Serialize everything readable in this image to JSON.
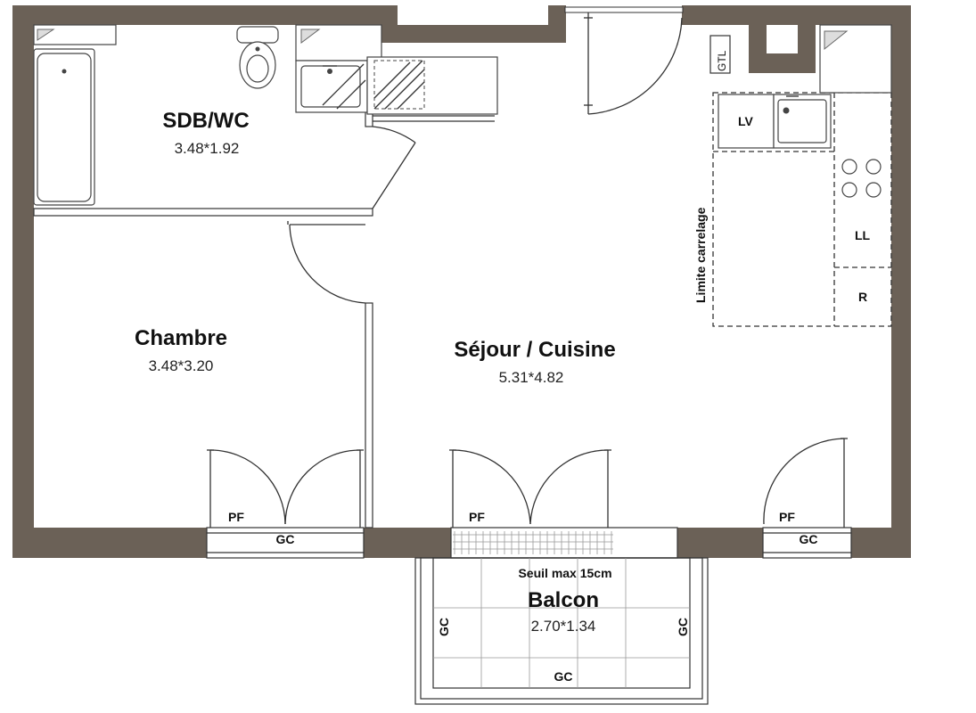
{
  "rooms": {
    "sdb": {
      "name": "SDB/WC",
      "dims": "3.48*1.92"
    },
    "chambre": {
      "name": "Chambre",
      "dims": "3.48*3.20"
    },
    "sejour": {
      "name": "Séjour / Cuisine",
      "dims": "5.31*4.82"
    },
    "balcon": {
      "name": "Balcon",
      "dims": "2.70*1.34"
    }
  },
  "labels": {
    "gtl": "GTL",
    "lv": "LV",
    "ll": "LL",
    "r": "R",
    "limite": "Limite carrelage",
    "pf": "PF",
    "gc": "GC",
    "seuil": "Seuil max 15cm"
  },
  "colors": {
    "wall": "#6b6157",
    "line": "#333333"
  }
}
